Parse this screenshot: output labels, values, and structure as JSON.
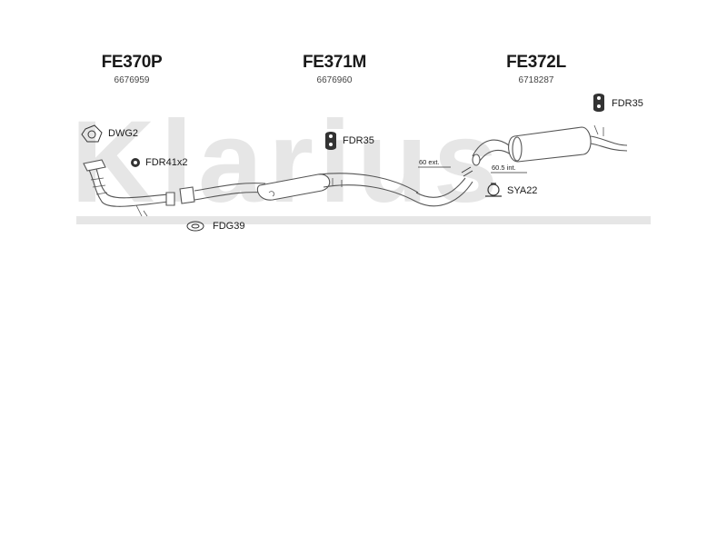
{
  "watermark": {
    "text": "Klarius"
  },
  "sections": [
    {
      "code": "FE370P",
      "oem": "6676959"
    },
    {
      "code": "FE371M",
      "oem": "6676960"
    },
    {
      "code": "FE372L",
      "oem": "6718287"
    }
  ],
  "accessories": {
    "dwg2": {
      "label": "DWG2",
      "icon": "gasket-icon"
    },
    "fdr41": {
      "label": "FDR41x2",
      "icon": "rubber-ring-icon"
    },
    "fdr35a": {
      "label": "FDR35",
      "icon": "rubber-hanger-icon"
    },
    "fdr35b": {
      "label": "FDR35",
      "icon": "rubber-hanger-icon"
    },
    "sya22": {
      "label": "SYA22",
      "icon": "clamp-icon"
    },
    "fdg39": {
      "label": "FDG39",
      "icon": "gasket-icon"
    }
  },
  "dimensions": {
    "ext": "60 ext.",
    "int": "60.5 int."
  }
}
